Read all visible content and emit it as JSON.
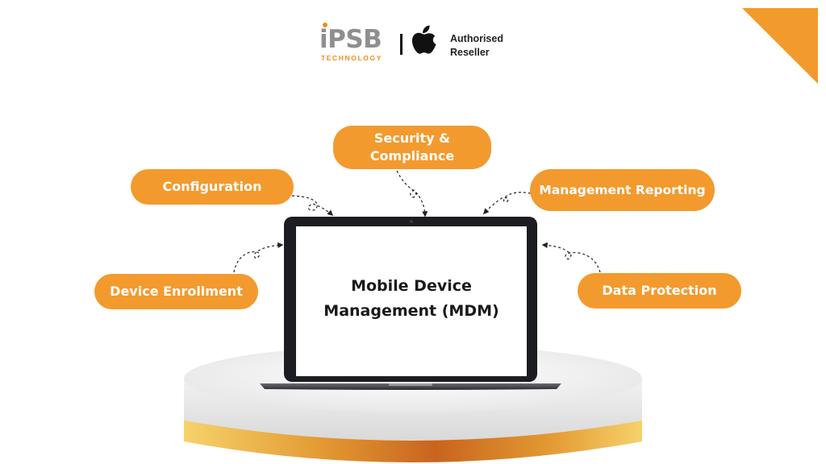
{
  "header": {
    "brand_name": "iPSB",
    "brand_subtitle": "TECHNOLOGY",
    "reseller_line1": "Authorised",
    "reseller_line2": "Reseller"
  },
  "center": {
    "title_line1": "Mobile Device",
    "title_line2": "Management (MDM)"
  },
  "features": {
    "security": "Security & Compliance",
    "configuration": "Configuration",
    "management_reporting": "Management Reporting",
    "device_enrollment": "Device Enrollment",
    "data_protection": "Data Protection"
  },
  "colors": {
    "accent": "#f39a2e",
    "brand_grey": "#8f8f8f",
    "brand_orange": "#f28c1c",
    "laptop_frame": "#1c1d22",
    "podium_gold": "#e8a23a",
    "background": "#ffffff"
  },
  "icons": {
    "logo": "apple-logo-icon",
    "corner": "corner-triangle",
    "connectors": "dashed-curly-arrow-icon"
  }
}
